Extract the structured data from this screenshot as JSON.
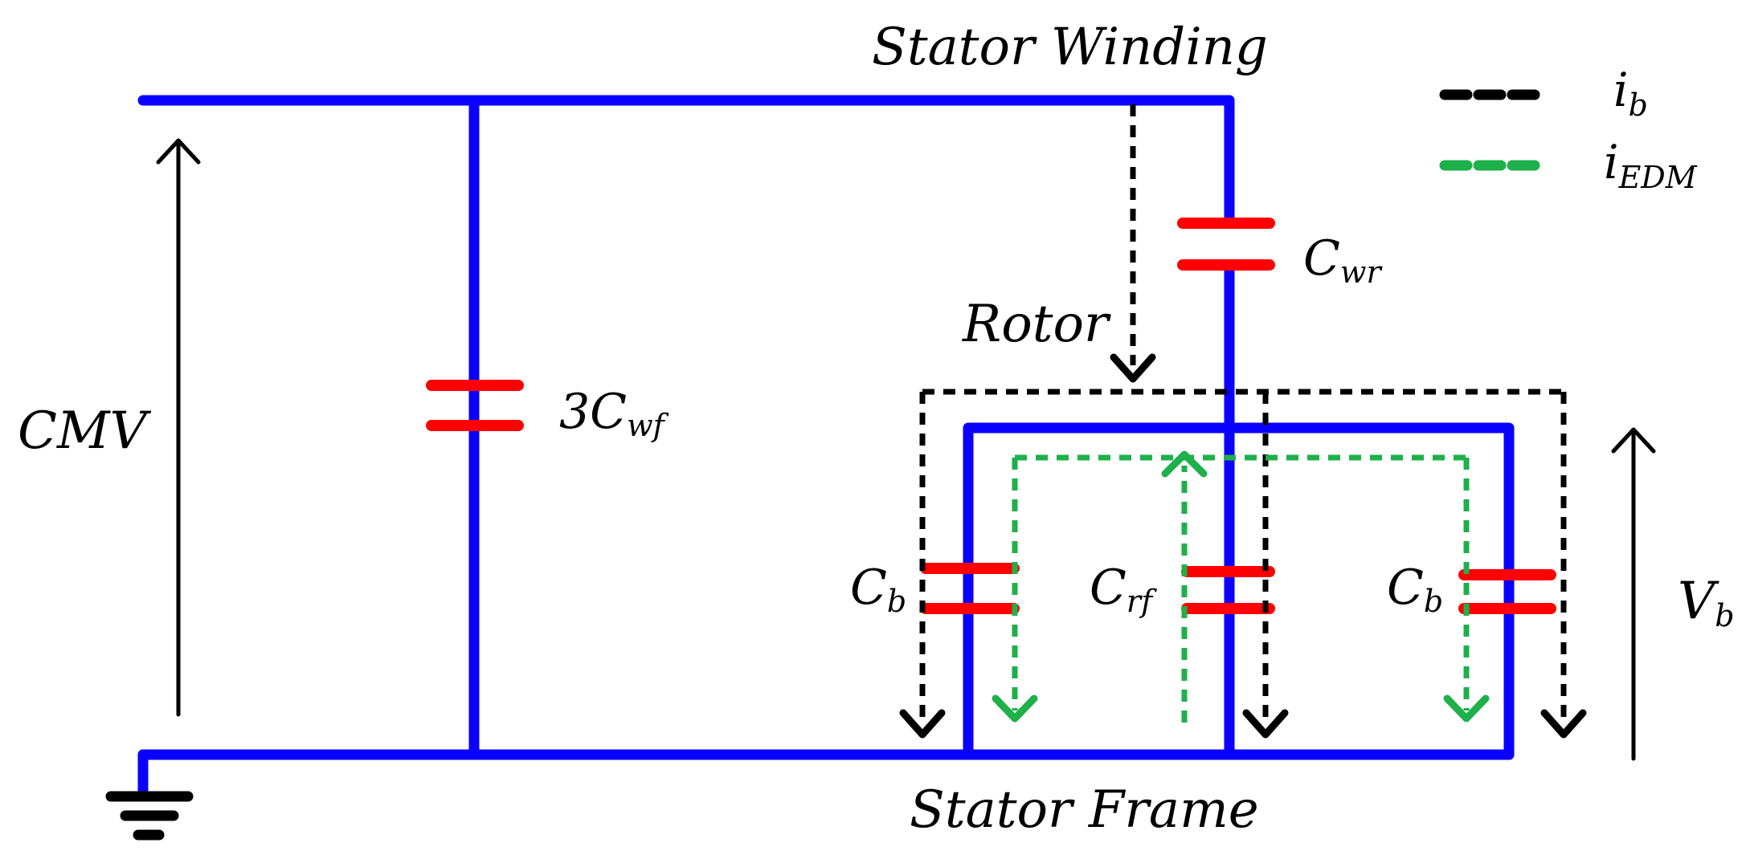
{
  "colors": {
    "wire": "#0a00ff",
    "capacitor": "#ff0000",
    "i_b_path": "#000000",
    "i_edm_path": "#1eb04a",
    "arrow": "#000000",
    "ground": "#000000"
  },
  "labels": {
    "stator_winding": "Stator Winding",
    "stator_frame": "Stator Frame",
    "rotor": "Rotor",
    "cmv": "CMV",
    "cap_wf_prefix": "3C",
    "cap_wf_sub": "wf",
    "cap_wr_main": "C",
    "cap_wr_sub": "wr",
    "cap_rf_main": "C",
    "cap_rf_sub": "rf",
    "cap_b_left_main": "C",
    "cap_b_left_sub": "b",
    "cap_b_right_main": "C",
    "cap_b_right_sub": "b",
    "vb_main": "V",
    "vb_sub": "b"
  },
  "legend": {
    "items": [
      {
        "main": "i",
        "sub": "b",
        "line_style": "dashed",
        "color_key": "i_b_path"
      },
      {
        "main": "i",
        "sub": "EDM",
        "line_style": "dashed",
        "color_key": "i_edm_path"
      }
    ]
  }
}
